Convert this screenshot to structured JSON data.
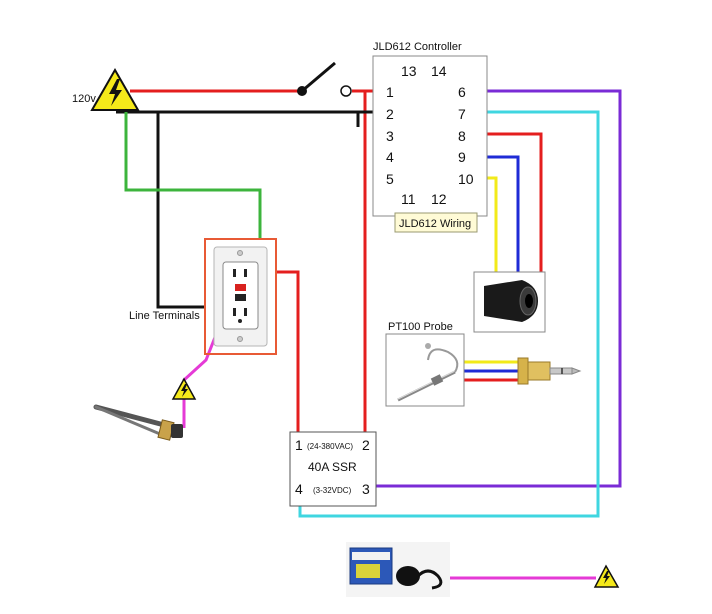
{
  "controller": {
    "title": "JLD612 Controller",
    "terminals_top": [
      "13",
      "14"
    ],
    "terminals_left": [
      "1",
      "2",
      "3",
      "4",
      "5"
    ],
    "terminals_right": [
      "6",
      "7",
      "8",
      "9",
      "10"
    ],
    "terminals_bottom": [
      "11",
      "12"
    ],
    "wiring_tag": "JLD612 Wiring"
  },
  "power": {
    "label": "120v"
  },
  "outlet": {
    "label": "Line Terminals"
  },
  "probe": {
    "label": "PT100 Probe"
  },
  "ssr": {
    "t1": "1",
    "t2": "2",
    "t3": "3",
    "t4": "4",
    "ac_range": "(24-380VAC)",
    "model": "40A SSR",
    "dc_range": "(3-32VDC)"
  },
  "colors": {
    "red": "#e41e1e",
    "black": "#111111",
    "green": "#3cb43c",
    "purple": "#7a2bd6",
    "cyan": "#3fd6e0",
    "blue": "#1f2bd6",
    "yellow": "#f2ea1a",
    "magenta": "#e53ad6",
    "hazard": "#f5e91a",
    "outlet_border": "#e85a35",
    "tag_bg": "#fffbd6"
  }
}
